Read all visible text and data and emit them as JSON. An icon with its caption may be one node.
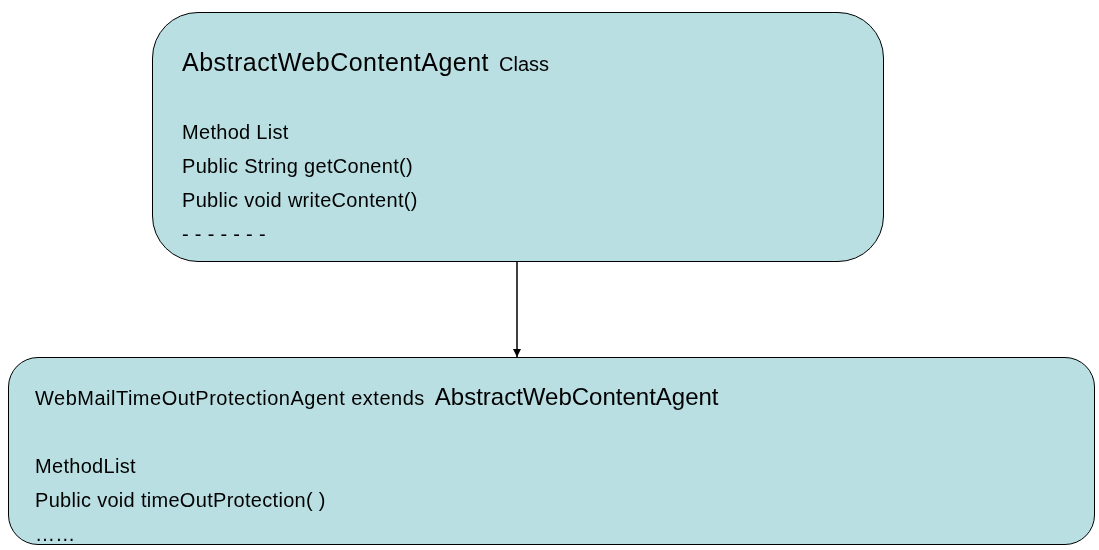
{
  "diagram": {
    "nodes": [
      {
        "text": [
          "AbstractWebContentAgent",
          "Class",
          "Method List",
          "Public String getConent()",
          "Public void writeContent()",
          "- - - - - - -"
        ]
      },
      {
        "text": [
          "WebMailTimeOutProtectionAgent extends",
          "AbstractWebContentAgent",
          "MethodList",
          "Public void timeOutProtection( )",
          "……"
        ]
      }
    ],
    "edges": [
      {
        "from": 0,
        "to": 1,
        "arrow": "to"
      }
    ]
  }
}
